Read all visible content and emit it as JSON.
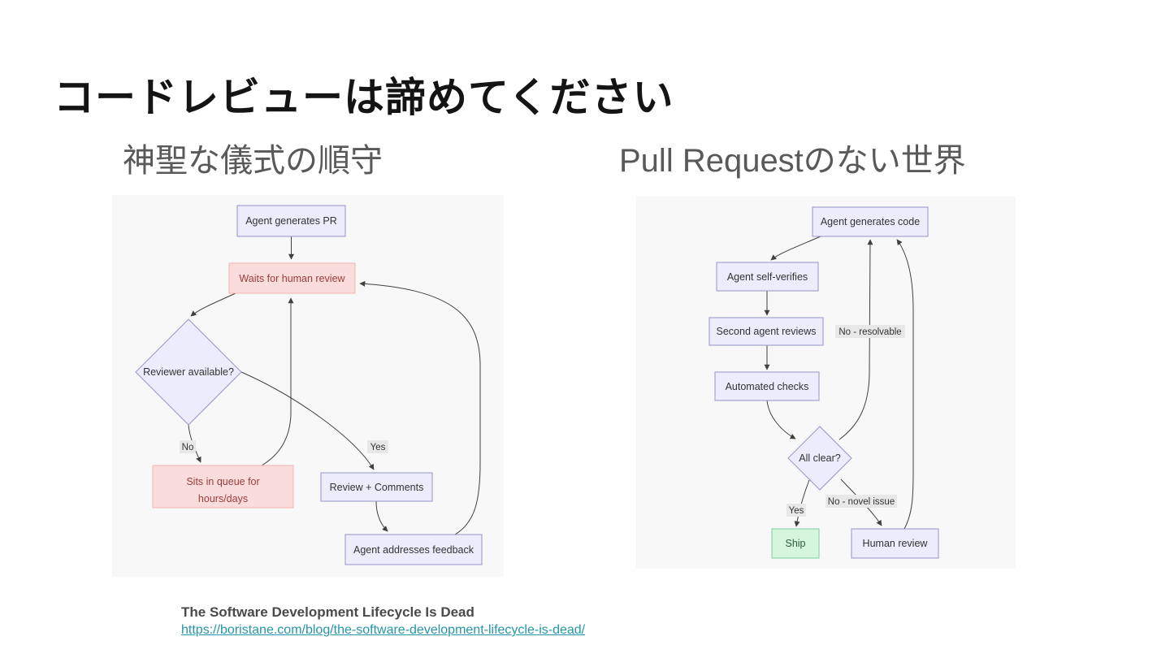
{
  "slide": {
    "title": "コードレビューは諦めてください",
    "columns": {
      "left_header": "神聖な儀式の順守",
      "right_header": "Pull Requestのない世界"
    },
    "footer": {
      "source_title": "The Software Development Lifecycle Is Dead",
      "source_url": "https://boristane.com/blog/the-software-development-lifecycle-is-dead/"
    }
  },
  "diagrams": {
    "left": {
      "nodes": {
        "agent_generates_pr": "Agent generates PR",
        "waits_for_human_review": "Waits for human review",
        "reviewer_available": "Reviewer available?",
        "sits_in_queue_line1": "Sits in queue for",
        "sits_in_queue_line2": "hours/days",
        "review_comments": "Review + Comments",
        "agent_addresses_feedback": "Agent addresses feedback"
      },
      "edge_labels": {
        "no": "No",
        "yes": "Yes"
      }
    },
    "right": {
      "nodes": {
        "agent_generates_code": "Agent generates code",
        "agent_self_verifies": "Agent self-verifies",
        "second_agent_reviews": "Second agent reviews",
        "automated_checks": "Automated checks",
        "all_clear": "All clear?",
        "ship": "Ship",
        "human_review": "Human review"
      },
      "edge_labels": {
        "no_resolvable": "No - resolvable",
        "yes": "Yes",
        "no_novel_issue": "No - novel issue"
      }
    }
  },
  "colors": {
    "node_lavender_fill": "#ececfc",
    "node_lavender_stroke": "#9695c8",
    "node_pink_fill": "#fbdcdc",
    "node_pink_text": "#9c3c3c",
    "node_green_fill": "#d5f5dc",
    "panel_background": "#f8f8f8",
    "edge_stroke": "#404040",
    "edge_label_background": "#e8e8e8",
    "header_gray": "#595959",
    "link_teal": "#2596a8"
  }
}
